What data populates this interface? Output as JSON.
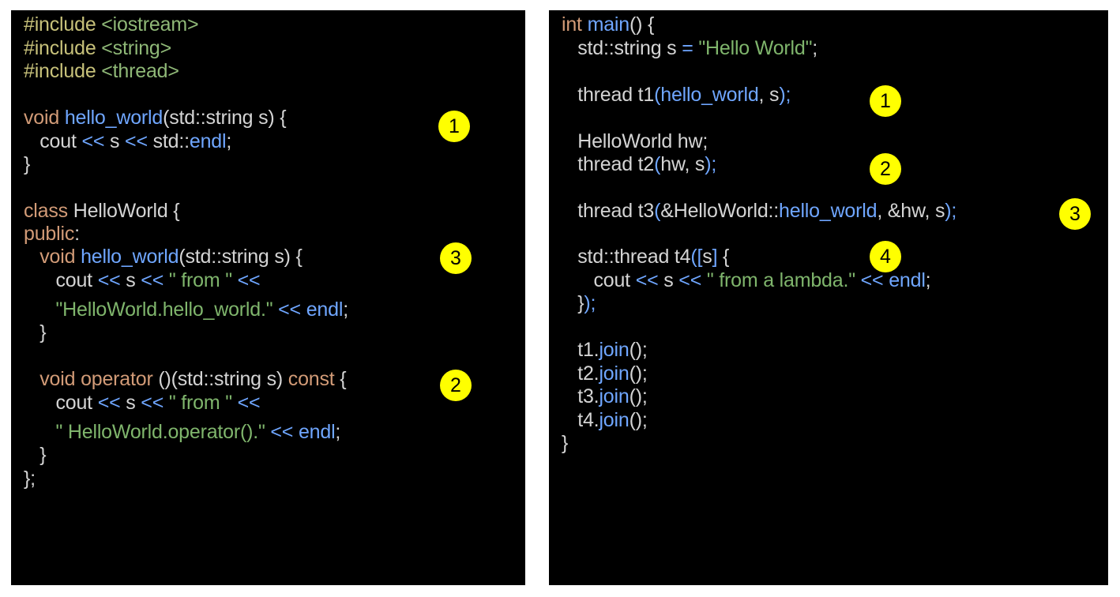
{
  "colors": {
    "plain": "#d4d4d4",
    "keyword": "#d29b77",
    "function": "#6fa6ff",
    "string": "#7fb56c",
    "directive": "#c7c17a",
    "include_path": "#8fb877",
    "badge": "#ffff00"
  },
  "left_panel": {
    "lines": [
      [
        [
          "#include",
          "directive"
        ],
        [
          " <iostream>",
          "include_path"
        ]
      ],
      [
        [
          "#include",
          "directive"
        ],
        [
          " <string>",
          "include_path"
        ]
      ],
      [
        [
          "#include",
          "directive"
        ],
        [
          " <thread>",
          "include_path"
        ]
      ],
      [],
      [
        [
          "void",
          "keyword"
        ],
        [
          " ",
          "plain"
        ],
        [
          "hello_world",
          "function"
        ],
        [
          "(std::string s) {",
          "plain"
        ]
      ],
      [
        [
          "   cout ",
          "plain"
        ],
        [
          "<<",
          "function"
        ],
        [
          " s ",
          "plain"
        ],
        [
          "<<",
          "function"
        ],
        [
          " std::",
          "plain"
        ],
        [
          "endl",
          "function"
        ],
        [
          ";",
          "plain"
        ]
      ],
      [
        [
          "}",
          "plain"
        ]
      ],
      [],
      [
        [
          "class",
          "keyword"
        ],
        [
          " HelloWorld {",
          "plain"
        ]
      ],
      [
        [
          "public",
          "keyword"
        ],
        [
          ":",
          "plain"
        ]
      ],
      [
        [
          "   ",
          "plain"
        ],
        [
          "void",
          "keyword"
        ],
        [
          " ",
          "plain"
        ],
        [
          "hello_world",
          "function"
        ],
        [
          "(std::string s) {",
          "plain"
        ]
      ],
      [
        [
          "      cout ",
          "plain"
        ],
        [
          "<<",
          "function"
        ],
        [
          " s ",
          "plain"
        ],
        [
          "<<",
          "function"
        ],
        [
          " \" from \" ",
          "string"
        ],
        [
          "<<",
          "function"
        ]
      ],
      [
        [
          "      ",
          "plain"
        ],
        [
          "\"HelloWorld.hello_world.\"",
          "string"
        ],
        [
          " ",
          "plain"
        ],
        [
          "<<",
          "function"
        ],
        [
          " ",
          "plain"
        ],
        [
          "endl",
          "function"
        ],
        [
          ";",
          "plain"
        ]
      ],
      [
        [
          "   }",
          "plain"
        ]
      ],
      [],
      [
        [
          "   ",
          "plain"
        ],
        [
          "void",
          "keyword"
        ],
        [
          " ",
          "plain"
        ],
        [
          "operator",
          "keyword"
        ],
        [
          " ()(std::string s) ",
          "plain"
        ],
        [
          "const",
          "keyword"
        ],
        [
          " {",
          "plain"
        ]
      ],
      [
        [
          "      cout ",
          "plain"
        ],
        [
          "<<",
          "function"
        ],
        [
          " s ",
          "plain"
        ],
        [
          "<<",
          "function"
        ],
        [
          " \" from \" ",
          "string"
        ],
        [
          "<<",
          "function"
        ]
      ],
      [
        [
          "      ",
          "plain"
        ],
        [
          "\" HelloWorld.operator().\"",
          "string"
        ],
        [
          " ",
          "plain"
        ],
        [
          "<<",
          "function"
        ],
        [
          " ",
          "plain"
        ],
        [
          "endl",
          "function"
        ],
        [
          ";",
          "plain"
        ]
      ],
      [
        [
          "   }",
          "plain"
        ]
      ],
      [
        [
          "};",
          "plain"
        ]
      ]
    ],
    "badges": [
      "1",
      "3",
      "2"
    ]
  },
  "right_panel": {
    "lines": [
      [
        [
          "int",
          "keyword"
        ],
        [
          " ",
          "plain"
        ],
        [
          "main",
          "function"
        ],
        [
          "() {",
          "plain"
        ]
      ],
      [
        [
          "   std::string s ",
          "plain"
        ],
        [
          "=",
          "function"
        ],
        [
          " ",
          "plain"
        ],
        [
          "\"Hello World\"",
          "string"
        ],
        [
          ";",
          "plain"
        ]
      ],
      [],
      [
        [
          "   thread t1",
          "plain"
        ],
        [
          "(",
          "function"
        ],
        [
          "hello_world",
          "function"
        ],
        [
          ", s",
          "plain"
        ],
        [
          ");",
          "function"
        ]
      ],
      [],
      [
        [
          "   HelloWorld hw;",
          "plain"
        ]
      ],
      [
        [
          "   thread t2",
          "plain"
        ],
        [
          "(",
          "function"
        ],
        [
          "hw, s",
          "plain"
        ],
        [
          ");",
          "function"
        ]
      ],
      [],
      [
        [
          "   thread t3",
          "plain"
        ],
        [
          "(",
          "function"
        ],
        [
          "&HelloWorld::",
          "plain"
        ],
        [
          "hello_world",
          "function"
        ],
        [
          ", &hw, s",
          "plain"
        ],
        [
          ");",
          "function"
        ]
      ],
      [],
      [
        [
          "   std::thread t4",
          "plain"
        ],
        [
          "([",
          "function"
        ],
        [
          "s",
          "plain"
        ],
        [
          "]",
          "function"
        ],
        [
          " {",
          "plain"
        ]
      ],
      [
        [
          "      cout ",
          "plain"
        ],
        [
          "<<",
          "function"
        ],
        [
          " s ",
          "plain"
        ],
        [
          "<<",
          "function"
        ],
        [
          " \" from a lambda.\" ",
          "string"
        ],
        [
          "<<",
          "function"
        ],
        [
          " ",
          "plain"
        ],
        [
          "endl",
          "function"
        ],
        [
          ";",
          "plain"
        ]
      ],
      [
        [
          "   }",
          "plain"
        ],
        [
          ");",
          "function"
        ]
      ],
      [],
      [
        [
          "   t1.",
          "plain"
        ],
        [
          "join",
          "function"
        ],
        [
          "();",
          "plain"
        ]
      ],
      [
        [
          "   t2.",
          "plain"
        ],
        [
          "join",
          "function"
        ],
        [
          "();",
          "plain"
        ]
      ],
      [
        [
          "   t3.",
          "plain"
        ],
        [
          "join",
          "function"
        ],
        [
          "();",
          "plain"
        ]
      ],
      [
        [
          "   t4.",
          "plain"
        ],
        [
          "join",
          "function"
        ],
        [
          "();",
          "plain"
        ]
      ],
      [
        [
          "}",
          "plain"
        ]
      ]
    ],
    "badges": [
      "1",
      "2",
      "3",
      "4"
    ]
  }
}
